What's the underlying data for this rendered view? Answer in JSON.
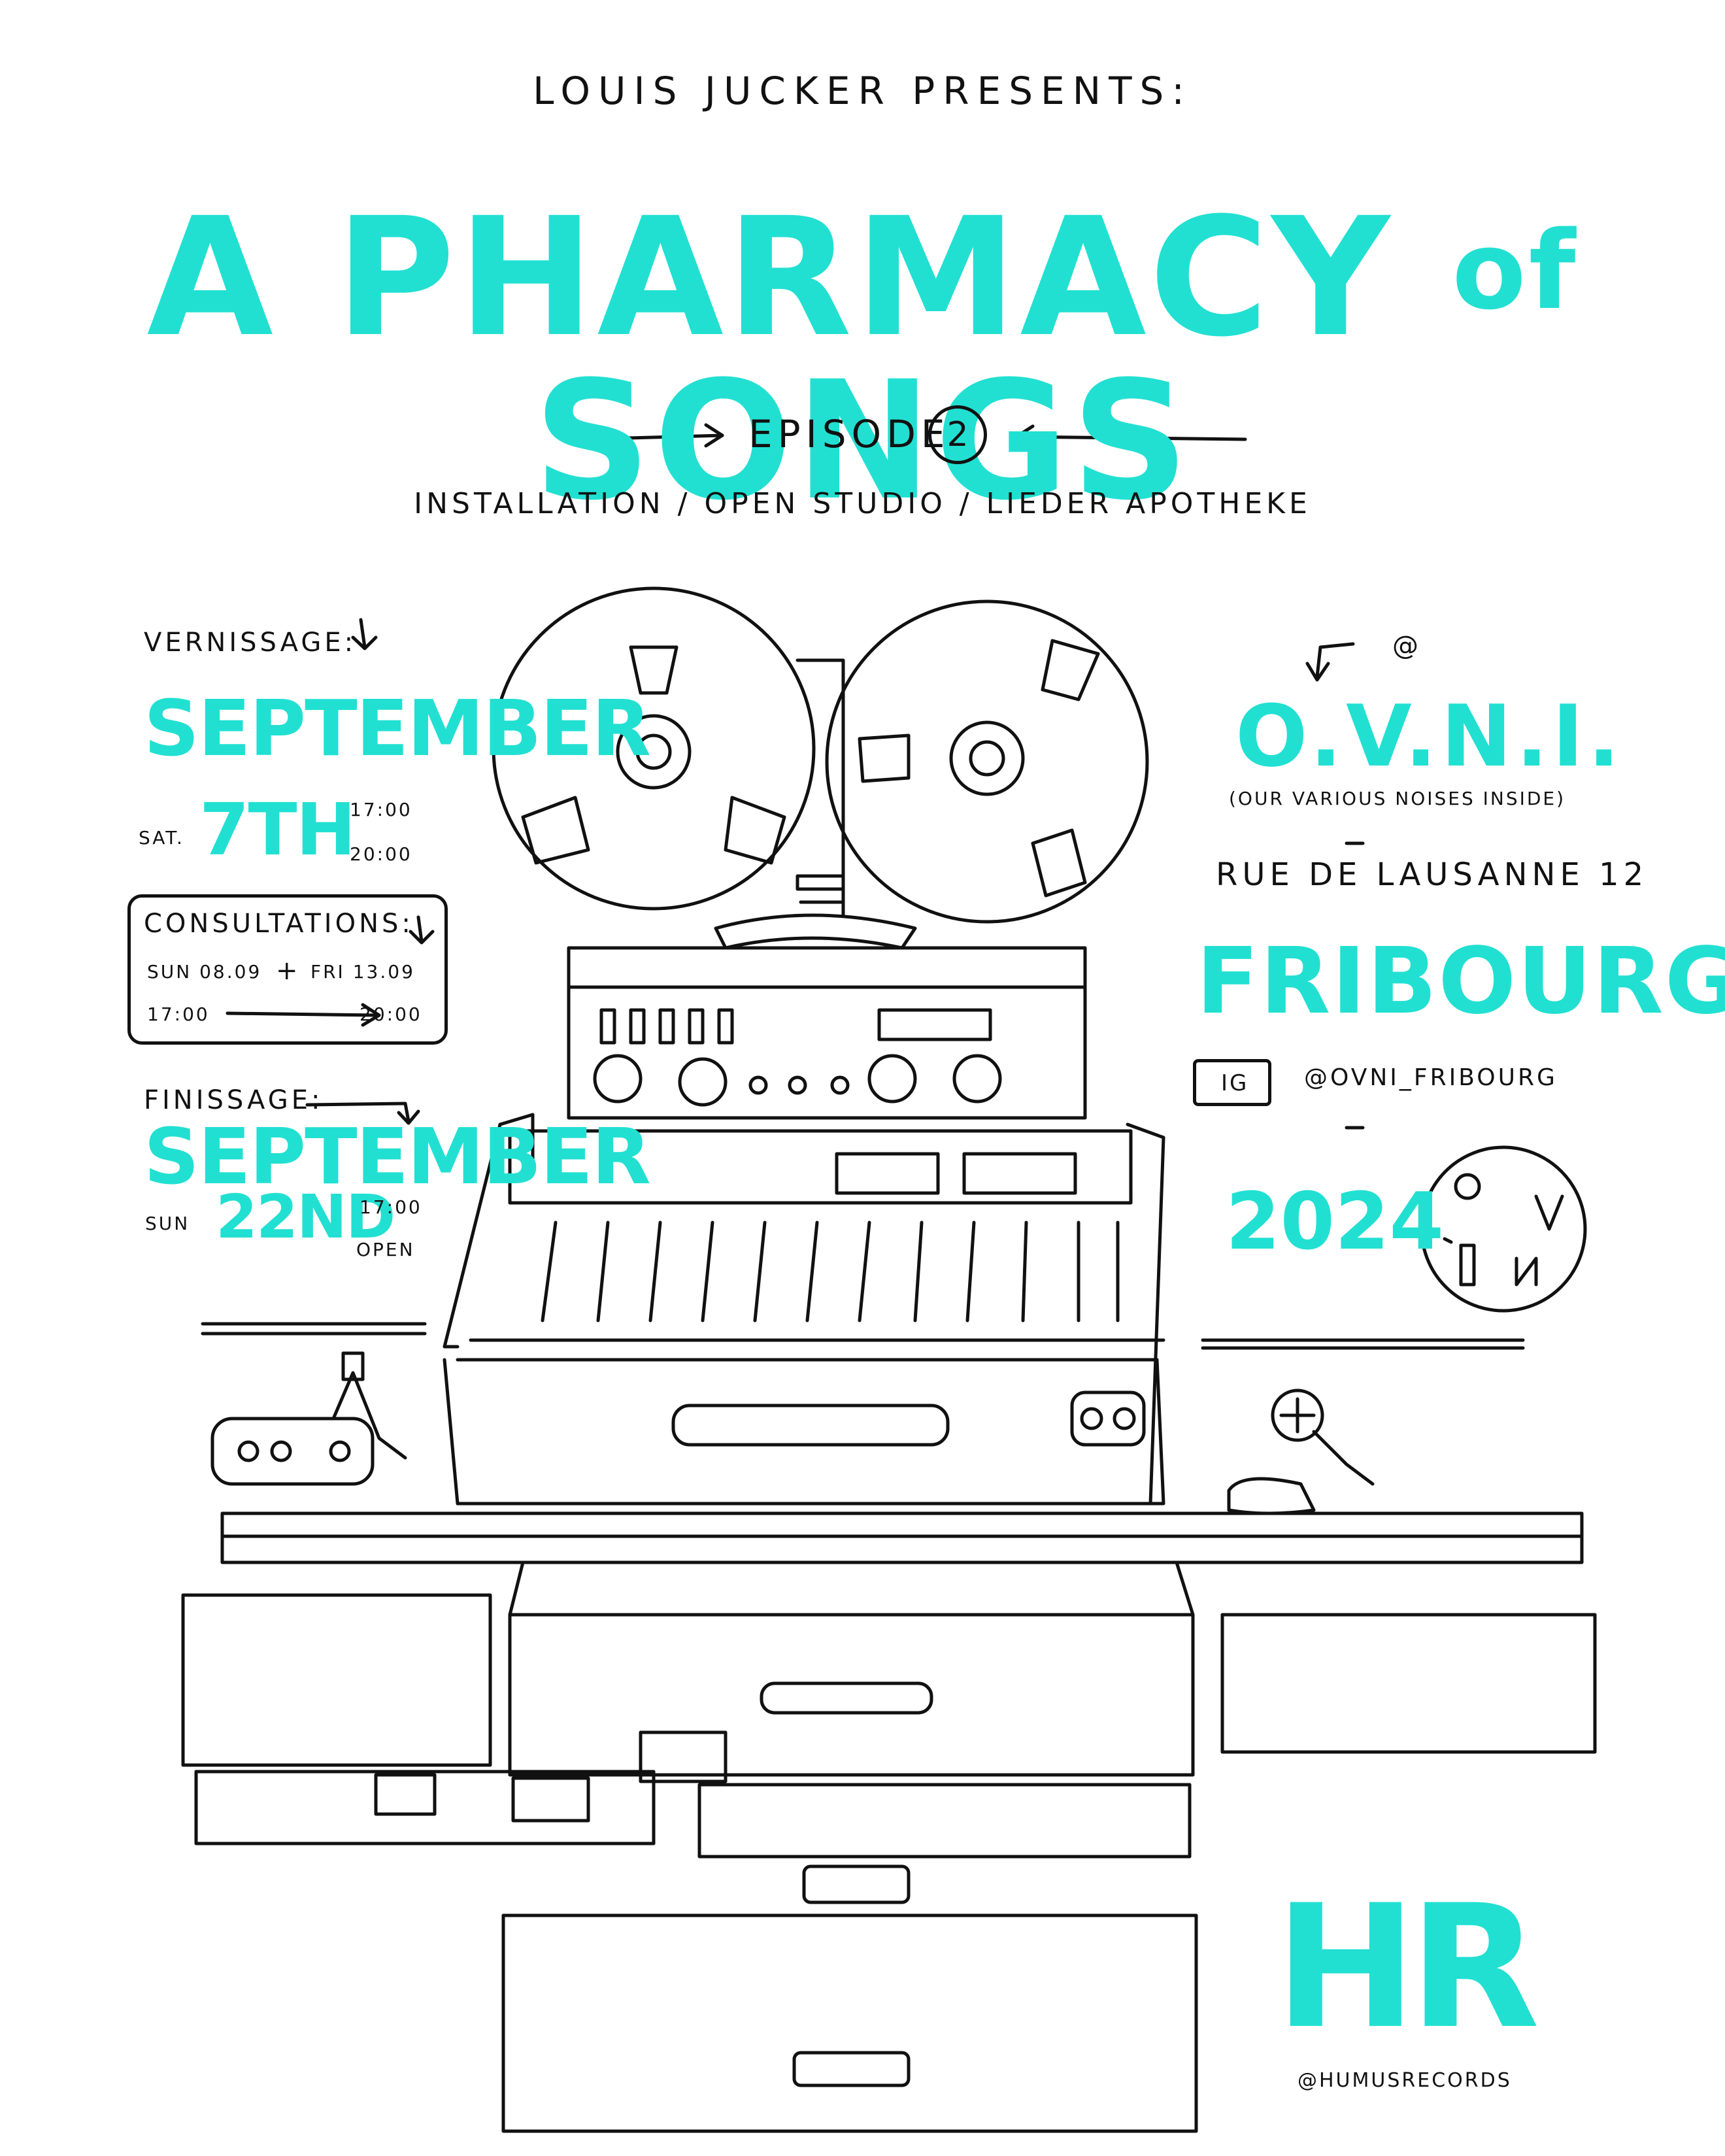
{
  "header": {
    "presenter": "LOUIS JUCKER PRESENTS:",
    "title_a": "A PHARMACY",
    "title_of": "of",
    "title_b": "SONGS",
    "episode_label": "EPISODE",
    "episode_number": "2",
    "subtitle": "INSTALLATION / OPEN STUDIO / LIEDER APOTHEKE"
  },
  "vernissage": {
    "label": "VERNISSAGE:",
    "month": "SEPTEMBER",
    "day_name": "SAT.",
    "day": "7TH",
    "time_start": "17:00",
    "time_end": "20:00"
  },
  "consultations": {
    "label": "CONSULTATIONS:",
    "date_1": "SUN 08.09",
    "plus": "+",
    "date_2": "FRI 13.09",
    "time_start": "17:00",
    "time_end": "20:00"
  },
  "finissage": {
    "label": "FINISSAGE:",
    "month": "SEPTEMBER",
    "day_name": "SUN",
    "day": "22ND",
    "time_start": "17:00",
    "time_end": "OPEN"
  },
  "venue": {
    "at": "@",
    "name": "O.V.N.I.",
    "full_name": "(OUR VARIOUS NOISES INSIDE)",
    "street": "RUE DE LAUSANNE 12",
    "city": "FRIBOURG",
    "ig_label": "IG",
    "ig_handle": "@OVNI_FRIBOURG",
    "year": "2024"
  },
  "footer": {
    "logo": "HR",
    "handle": "@HUMUSRECORDS"
  },
  "colors": {
    "accent": "#21e0d2",
    "ink": "#111111",
    "paper": "#ffffff"
  },
  "icons": [
    "arrow-right-icon",
    "arrow-left-icon",
    "arrow-down-icon",
    "reel-to-reel-illustration",
    "ovni-logo-icon",
    "instagram-icon"
  ]
}
